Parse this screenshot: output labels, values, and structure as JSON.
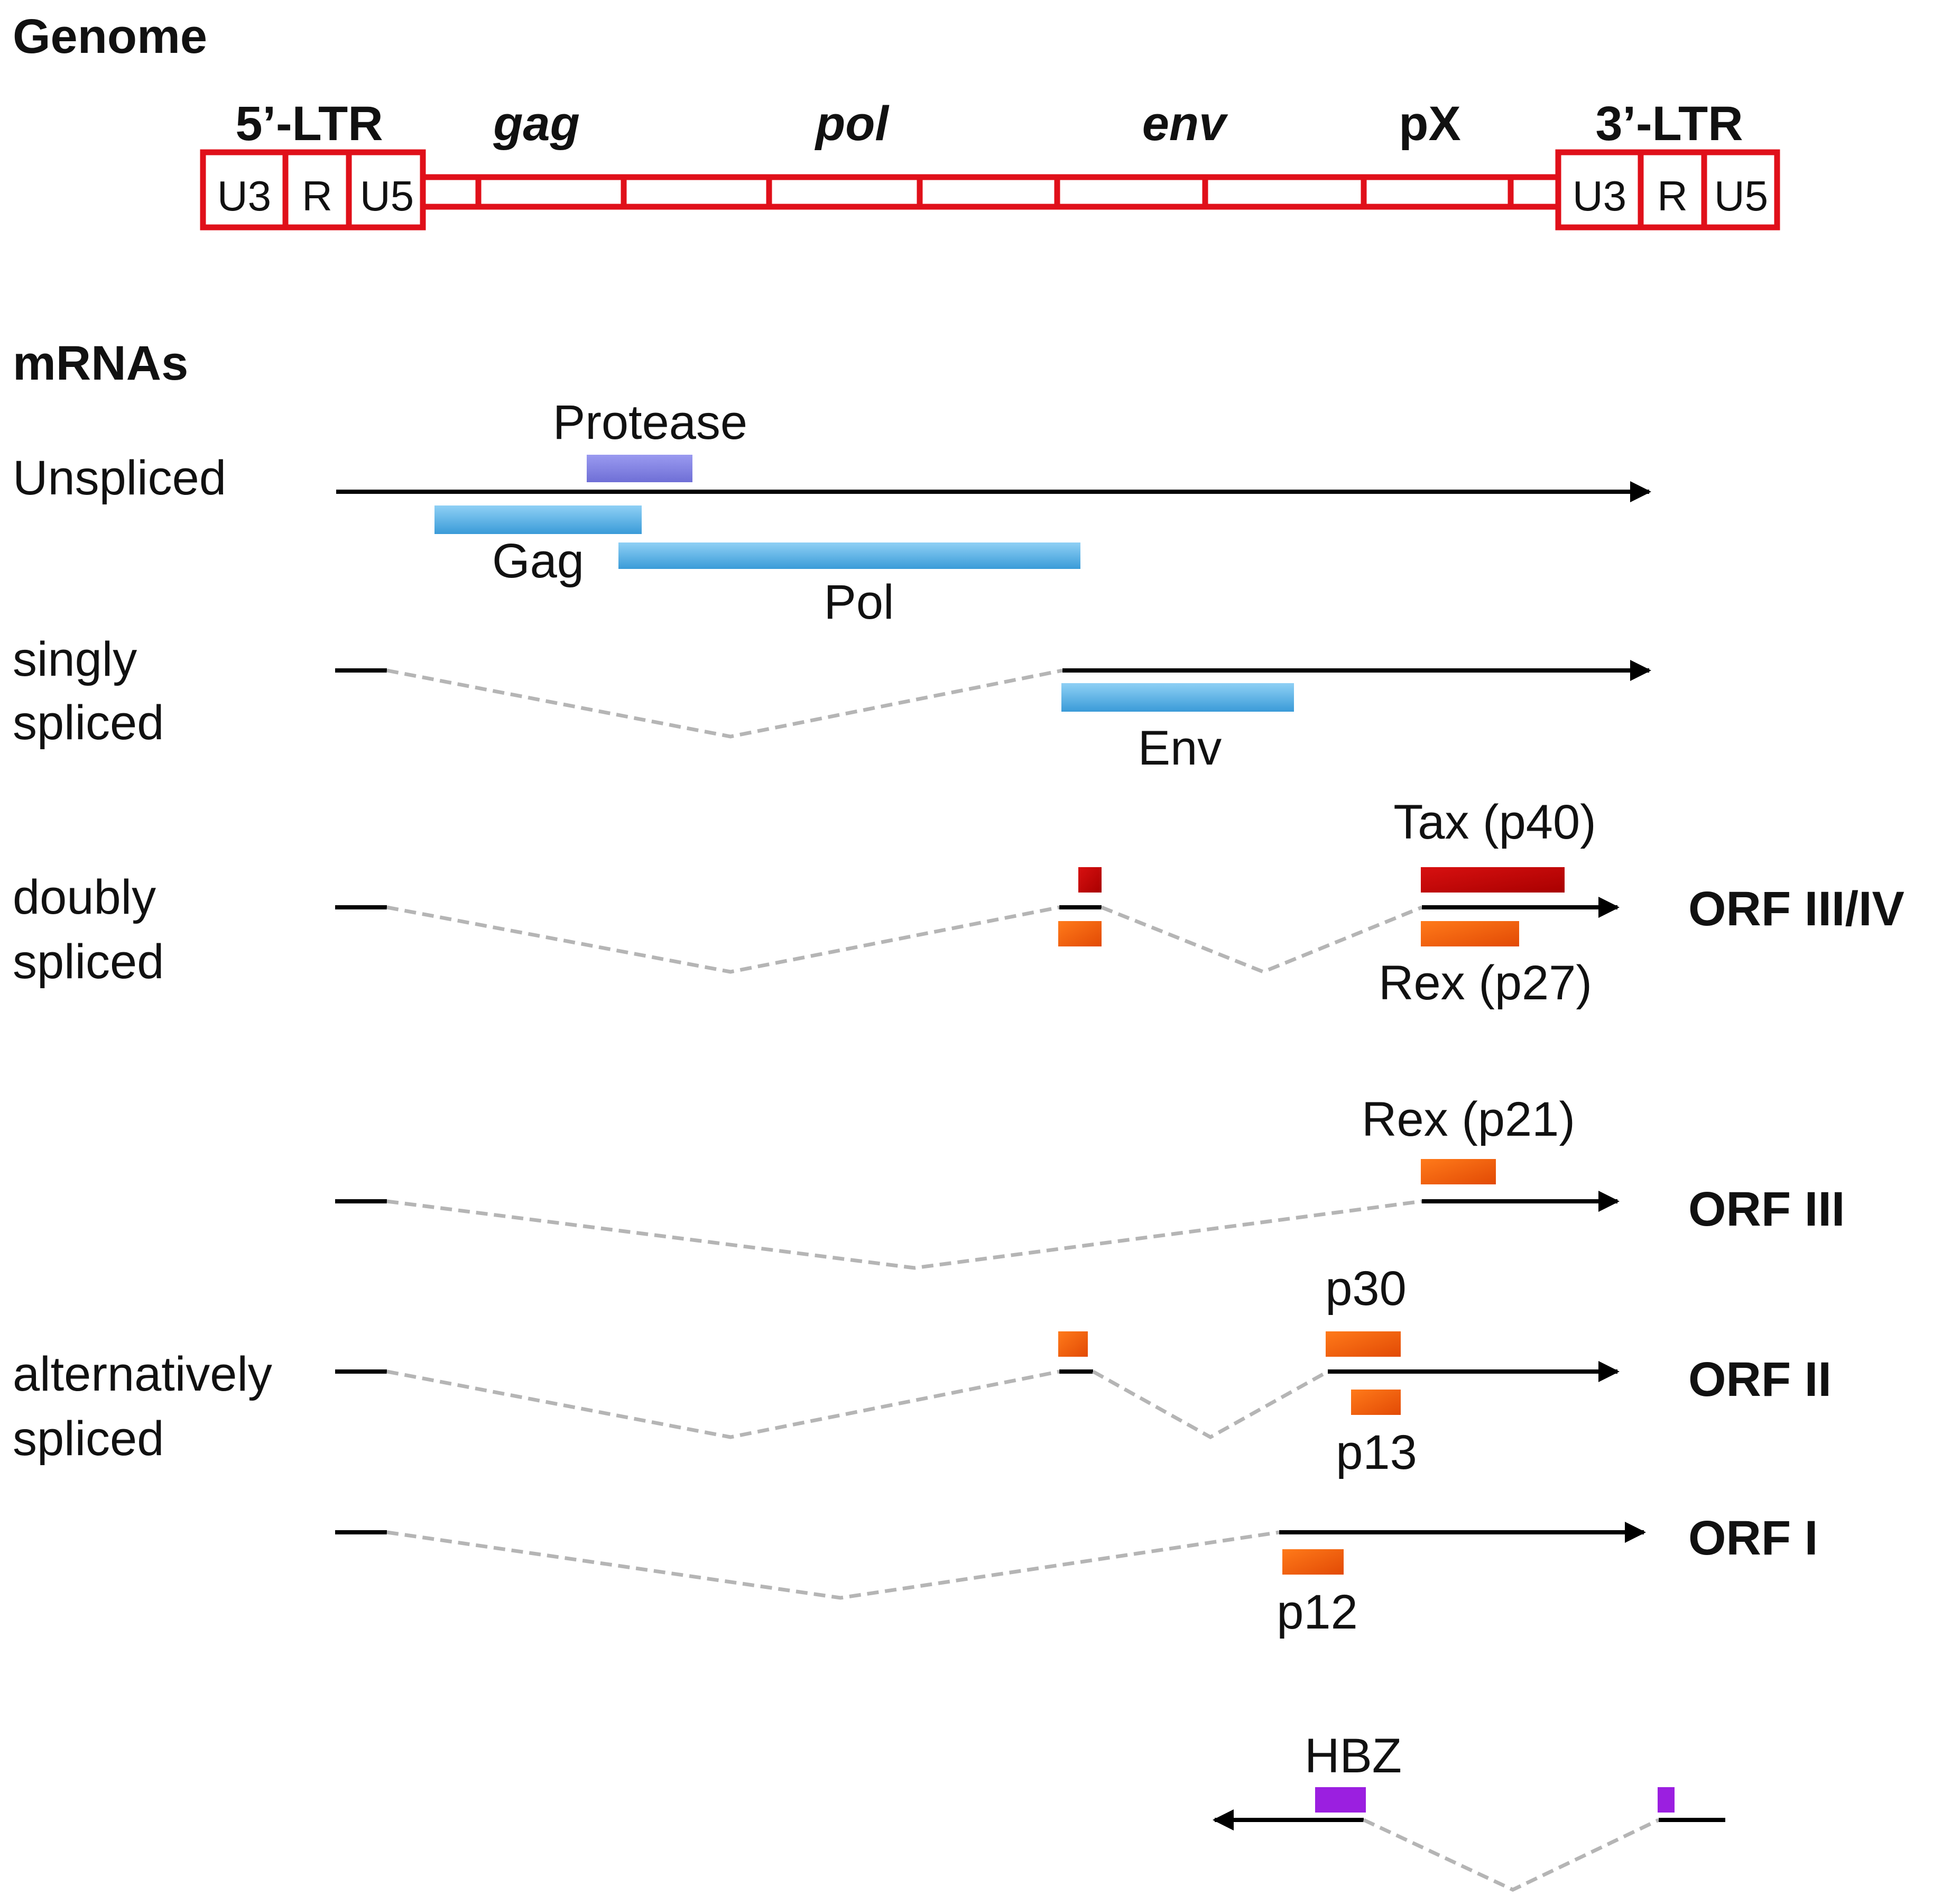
{
  "headings": {
    "genome": "Genome",
    "mrnas": "mRNAs"
  },
  "genome": {
    "ltr5": "5’-LTR",
    "ltr3": "3’-LTR",
    "gene_labels": [
      "gag",
      "pol",
      "env",
      "pX"
    ],
    "ltr5_parts": [
      "U3",
      "R",
      "U5"
    ],
    "ltr3_parts": [
      "U3",
      "R",
      "U5"
    ]
  },
  "transcripts": {
    "unspliced": {
      "label": "Unspliced",
      "proteins": {
        "protease": "Protease",
        "gag": "Gag",
        "pol": "Pol"
      }
    },
    "singly": {
      "label_line1": "singly",
      "label_line2": "spliced",
      "proteins": {
        "env": "Env"
      }
    },
    "doubly": {
      "label_line1": "doubly",
      "label_line2": "spliced",
      "orf": "ORF III/IV",
      "proteins": {
        "tax": "Tax (p40)",
        "rex27": "Rex (p27)"
      }
    },
    "orf3": {
      "orf": "ORF III",
      "proteins": {
        "rex21": "Rex (p21)"
      }
    },
    "alternatively": {
      "label_line1": "alternatively",
      "label_line2": "spliced",
      "orf2": "ORF II",
      "orf1": "ORF I",
      "proteins": {
        "p30": "p30",
        "p13": "p13",
        "p12": "p12"
      }
    },
    "antisense": {
      "proteins": {
        "hbz": "HBZ"
      }
    }
  },
  "colors": {
    "genome_red": "#e0101a",
    "protease": "#7b7be0",
    "gag_pol_env": "#4aaee6",
    "tax": "#c00000",
    "rex_orange": "#f0560a",
    "hbz": "#9b1fe0",
    "splice_gray": "#b5b5b5",
    "transcript_black": "#000000"
  }
}
